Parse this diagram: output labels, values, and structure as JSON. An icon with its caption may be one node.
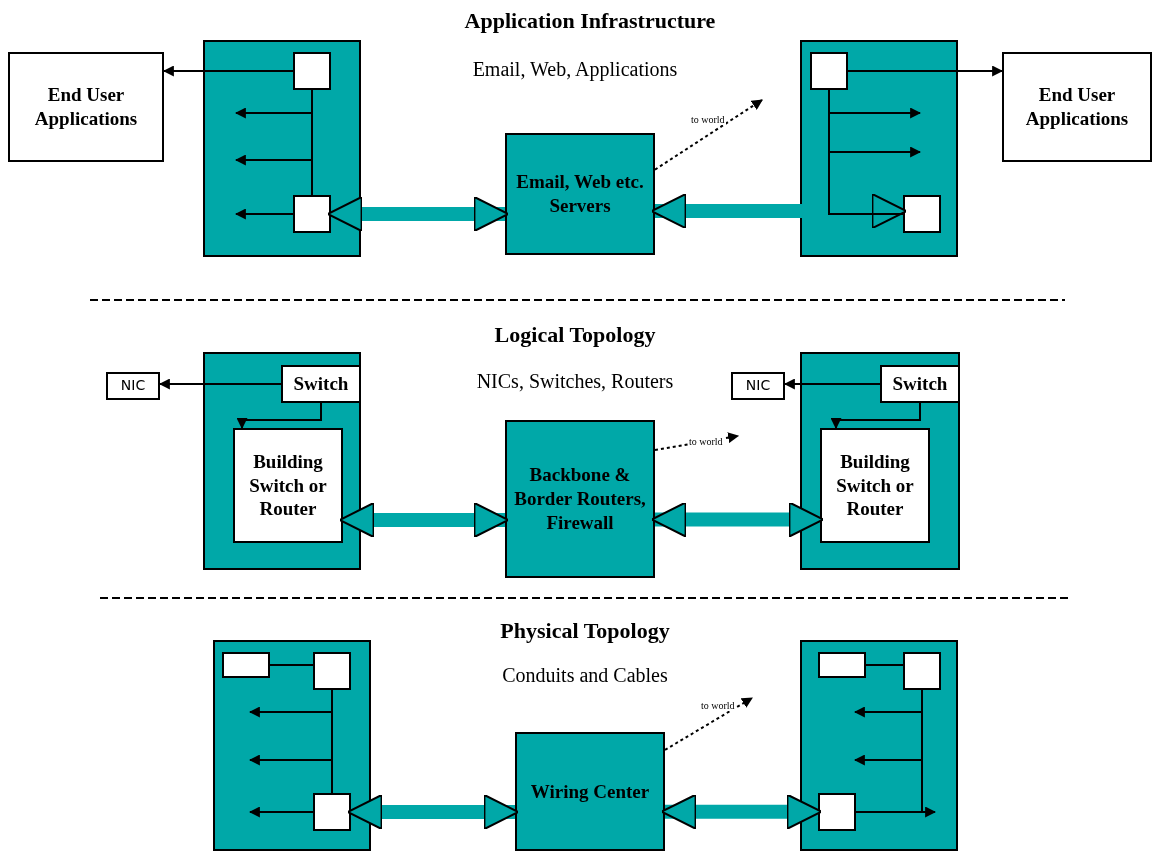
{
  "diagram": {
    "nodes": [
      {
        "text": [
          "End User Applications"
        ]
      },
      {
        "text": [],
        "shape": "box"
      },
      {
        "text": [],
        "shape": "box",
        "in": 1
      },
      {
        "text": [],
        "shape": "box",
        "in": 1
      },
      {
        "text": [
          "Email, Web etc. Servers"
        ]
      },
      {
        "text": [],
        "shape": "box"
      },
      {
        "text": [],
        "shape": "box",
        "in": 5
      },
      {
        "text": [],
        "shape": "box",
        "in": 5
      },
      {
        "text": [
          "End User Applications"
        ]
      },
      {
        "text": [
          "NIC"
        ]
      },
      {
        "text": [],
        "shape": "box"
      },
      {
        "text": [
          "Switch"
        ],
        "in": 10
      },
      {
        "text": [
          "Building Switch or Router"
        ],
        "in": 10
      },
      {
        "text": [
          "Backbone & Border Routers, Firewall"
        ]
      },
      {
        "text": [
          "NIC"
        ]
      },
      {
        "text": [],
        "shape": "box"
      },
      {
        "text": [
          "Switch"
        ],
        "in": 15
      },
      {
        "text": [
          "Building Switch or Router"
        ],
        "in": 15
      },
      {
        "text": [],
        "shape": "box"
      },
      {
        "text": [],
        "shape": "box",
        "in": 18
      },
      {
        "text": [],
        "shape": "box",
        "in": 18
      },
      {
        "text": [],
        "shape": "box",
        "in": 18
      },
      {
        "text": [
          "Wiring Center"
        ]
      },
      {
        "text": [],
        "shape": "box"
      },
      {
        "text": [],
        "shape": "box",
        "in": 23
      },
      {
        "text": [],
        "shape": "box",
        "in": 23
      },
      {
        "text": [],
        "shape": "box",
        "in": 23
      }
    ],
    "edges": [
      {
        "from": 2,
        "to": 0,
        "arrow": "to"
      },
      {
        "from": 2,
        "to": null,
        "arrow": "to"
      },
      {
        "from": 2,
        "to": null,
        "arrow": "to"
      },
      {
        "from": 2,
        "to": 3,
        "arrow": "none"
      },
      {
        "from": 3,
        "to": null,
        "arrow": "to"
      },
      {
        "from": 3,
        "to": 4,
        "arrow": "both",
        "style": "thick",
        "color": "#00a8a8"
      },
      {
        "from": 4,
        "to": 7,
        "arrow": "both",
        "style": "thick",
        "color": "#00a8a8"
      },
      {
        "from": 6,
        "to": 8,
        "arrow": "to"
      },
      {
        "from": 6,
        "to": null,
        "arrow": "to"
      },
      {
        "from": 6,
        "to": null,
        "arrow": "to"
      },
      {
        "from": 6,
        "to": 7,
        "arrow": "none"
      },
      {
        "from": 4,
        "to": null,
        "arrow": "to",
        "label": "to world",
        "style": "dashed"
      },
      {
        "from": 11,
        "to": 9,
        "arrow": "to"
      },
      {
        "from": 11,
        "to": 12,
        "arrow": "to"
      },
      {
        "from": 12,
        "to": 13,
        "arrow": "both",
        "style": "thick",
        "color": "#00a8a8"
      },
      {
        "from": 13,
        "to": 17,
        "arrow": "both",
        "style": "thick",
        "color": "#00a8a8"
      },
      {
        "from": 16,
        "to": 14,
        "arrow": "to"
      },
      {
        "from": 16,
        "to": 17,
        "arrow": "to"
      },
      {
        "from": 13,
        "to": null,
        "arrow": "to",
        "label": "to world",
        "style": "dashed"
      },
      {
        "from": 19,
        "to": 20,
        "arrow": "none"
      },
      {
        "from": 20,
        "to": null,
        "arrow": "to"
      },
      {
        "from": 20,
        "to": null,
        "arrow": "to"
      },
      {
        "from": 20,
        "to": 21,
        "arrow": "none"
      },
      {
        "from": 21,
        "to": null,
        "arrow": "to"
      },
      {
        "from": 21,
        "to": 22,
        "arrow": "both",
        "style": "thick",
        "color": "#00a8a8"
      },
      {
        "from": 22,
        "to": 26,
        "arrow": "both",
        "style": "thick",
        "color": "#00a8a8"
      },
      {
        "from": 24,
        "to": 25,
        "arrow": "none"
      },
      {
        "from": 25,
        "to": null,
        "arrow": "to"
      },
      {
        "from": 25,
        "to": null,
        "arrow": "to"
      },
      {
        "from": 25,
        "to": 26,
        "arrow": "none"
      },
      {
        "from": 26,
        "to": null,
        "arrow": "to"
      },
      {
        "from": 22,
        "to": null,
        "arrow": "to",
        "label": "to world",
        "style": "dashed"
      }
    ],
    "labels": [
      "Application Infrastructure",
      "Email, Web, Applications",
      "Logical Topology",
      "NICs, Switches, Routers",
      "Physical Topology",
      "Conduits and Cables"
    ]
  }
}
